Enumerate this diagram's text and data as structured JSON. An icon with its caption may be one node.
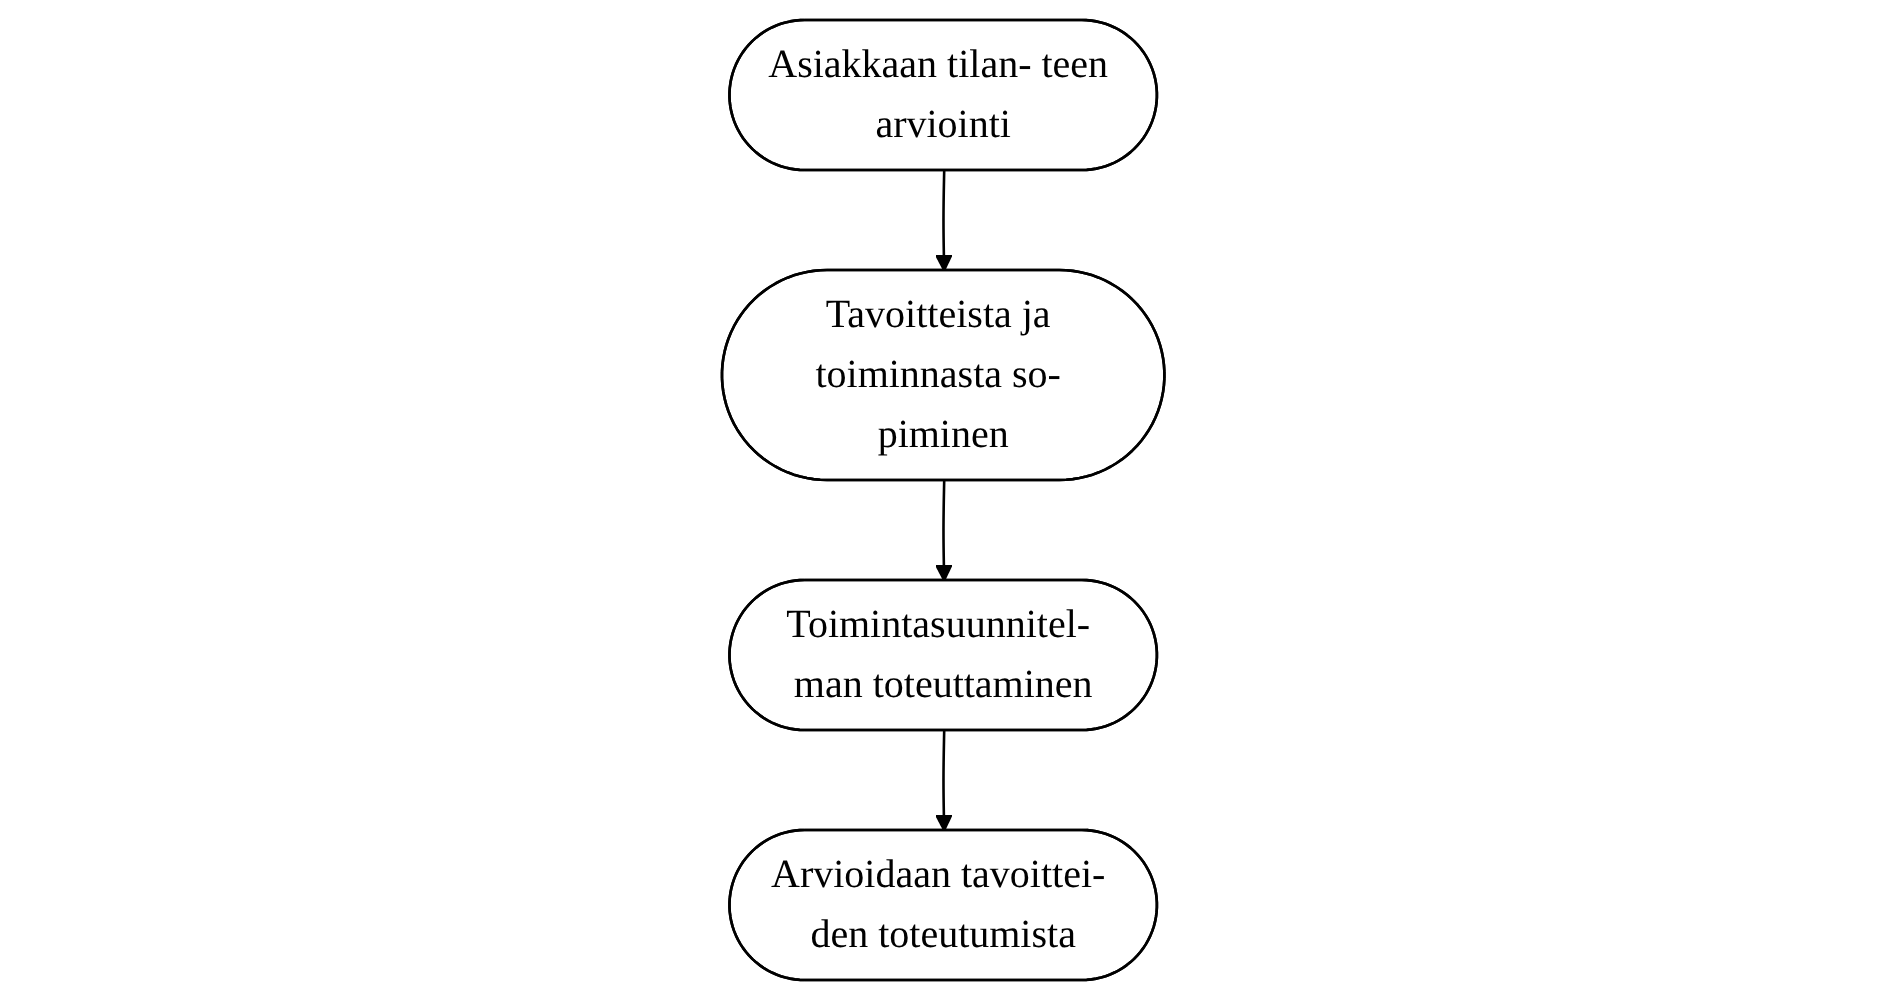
{
  "diagram": {
    "nodes": [
      {
        "text": [
          "Asiakkaan tilan- teen arviointi"
        ]
      },
      {
        "text": [
          "Tavoitteista ja toiminnasta so- piminen"
        ]
      },
      {
        "text": [
          "Toimintasuunnitel- man toteuttaminen"
        ]
      },
      {
        "text": [
          "Arvioidaan tavoittei- den toteutumista"
        ]
      }
    ],
    "edges": [
      {
        "from": 0,
        "to": 1,
        "arrow": "to"
      },
      {
        "from": 1,
        "to": 2,
        "arrow": "to"
      },
      {
        "from": 2,
        "to": 3,
        "arrow": "to"
      }
    ]
  }
}
